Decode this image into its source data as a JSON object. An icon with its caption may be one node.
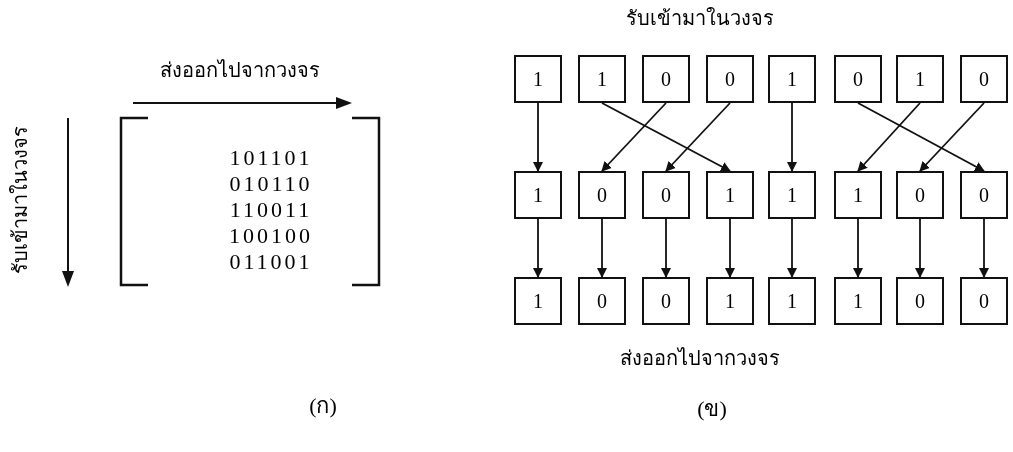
{
  "diagram": {
    "nodes": [
      {
        "text": [
          "1"
        ]
      },
      {
        "text": [
          "1"
        ]
      },
      {
        "text": [
          "0"
        ]
      },
      {
        "text": [
          "0"
        ]
      },
      {
        "text": [
          "1"
        ]
      },
      {
        "text": [
          "0"
        ]
      },
      {
        "text": [
          "1"
        ]
      },
      {
        "text": [
          "0"
        ]
      },
      {
        "text": [
          "1"
        ]
      },
      {
        "text": [
          "0"
        ]
      },
      {
        "text": [
          "0"
        ]
      },
      {
        "text": [
          "1"
        ]
      },
      {
        "text": [
          "1"
        ]
      },
      {
        "text": [
          "1"
        ]
      },
      {
        "text": [
          "0"
        ]
      },
      {
        "text": [
          "0"
        ]
      },
      {
        "text": [
          "1"
        ]
      },
      {
        "text": [
          "0"
        ]
      },
      {
        "text": [
          "0"
        ]
      },
      {
        "text": [
          "1"
        ]
      },
      {
        "text": [
          "1"
        ]
      },
      {
        "text": [
          "1"
        ]
      },
      {
        "text": [
          "0"
        ]
      },
      {
        "text": [
          "0"
        ]
      }
    ],
    "edges": [
      {
        "from": 0,
        "to": 8,
        "arrow": "to"
      },
      {
        "from": 1,
        "to": 11,
        "arrow": "to"
      },
      {
        "from": 2,
        "to": 9,
        "arrow": "to"
      },
      {
        "from": 3,
        "to": 10,
        "arrow": "to"
      },
      {
        "from": 4,
        "to": 12,
        "arrow": "to"
      },
      {
        "from": 5,
        "to": 15,
        "arrow": "to"
      },
      {
        "from": 6,
        "to": 13,
        "arrow": "to"
      },
      {
        "from": 7,
        "to": 14,
        "arrow": "to"
      },
      {
        "from": 8,
        "to": 16,
        "arrow": "to"
      },
      {
        "from": 9,
        "to": 17,
        "arrow": "to"
      },
      {
        "from": 10,
        "to": 18,
        "arrow": "to"
      },
      {
        "from": 11,
        "to": 19,
        "arrow": "to"
      },
      {
        "from": 12,
        "to": 20,
        "arrow": "to"
      },
      {
        "from": 13,
        "to": 21,
        "arrow": "to"
      },
      {
        "from": 14,
        "to": 22,
        "arrow": "to"
      },
      {
        "from": 15,
        "to": 23,
        "arrow": "to"
      }
    ],
    "labels": [
      "ส่งออกไปจากวงจร",
      "รับเข้ามาในวงจร",
      "รับเข้ามาในวงจร",
      "101101",
      "010110",
      "110011",
      "100100",
      "011001",
      "ส่งออกไปจากวงจร",
      "(ก)",
      "(ข)"
    ]
  }
}
